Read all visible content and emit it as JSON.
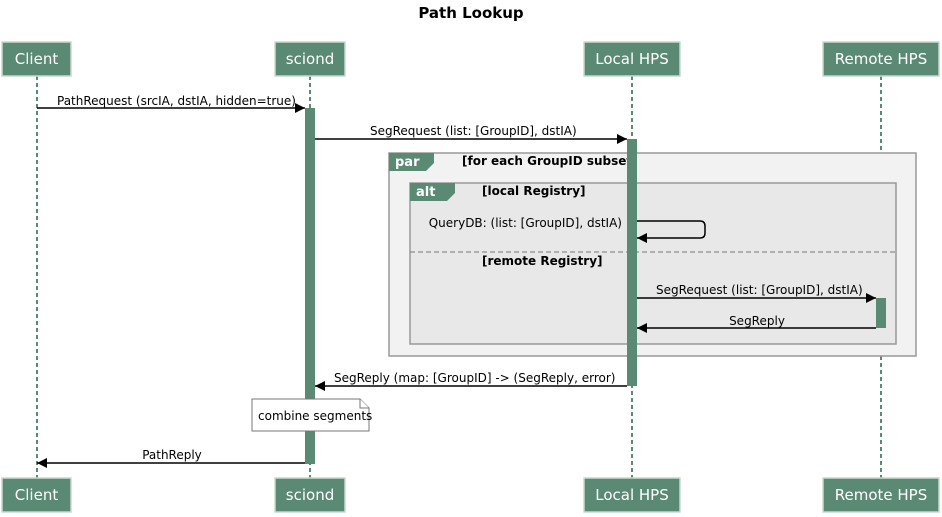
{
  "title": "Path Lookup",
  "participants": {
    "client": "Client",
    "sciond": "sciond",
    "local_hps": "Local HPS",
    "remote_hps": "Remote HPS"
  },
  "messages": {
    "path_request": "PathRequest (srcIA, dstIA, hidden=true)",
    "seg_request_local": "SegRequest (list: [GroupID], dstIA)",
    "query_db": "QueryDB: (list: [GroupID], dstIA)",
    "seg_request_remote": "SegRequest (list: [GroupID], dstIA)",
    "seg_reply_remote": "SegReply",
    "seg_reply_map": "SegReply (map: [GroupID] -> (SegReply, error)",
    "path_reply": "PathReply"
  },
  "frames": {
    "par_op": "par",
    "par_guard": "[for each GroupID subset]",
    "alt_op": "alt",
    "alt_guard_1": "[local Registry]",
    "alt_guard_2": "[remote Registry]"
  },
  "note": "combine segments",
  "colors": {
    "accent": "#5a8a74",
    "frame_outer": "#f2f2f2",
    "frame_inner": "#e8e8e8"
  }
}
